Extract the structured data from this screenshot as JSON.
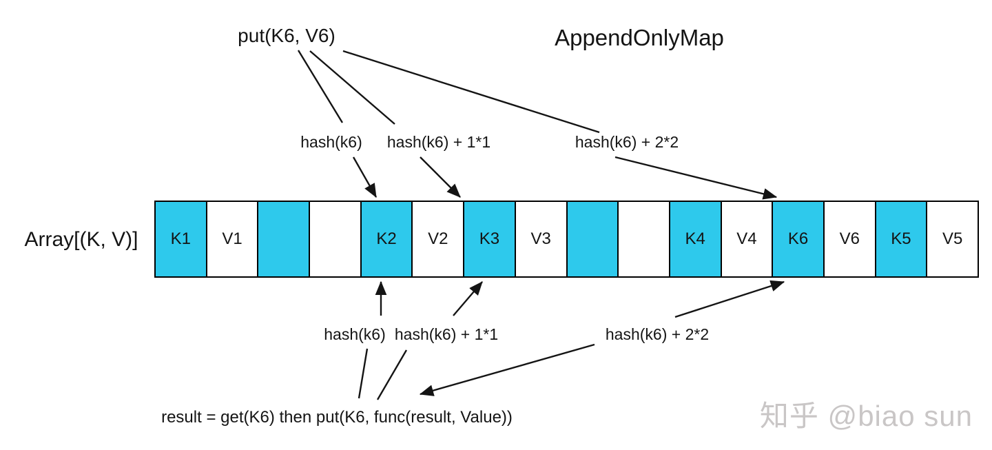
{
  "title": "AppendOnlyMap",
  "operation_label": "put(K6, V6)",
  "array_label": "Array[(K, V)]",
  "result_label": "result = get(K6) then put(K6, func(result, Value))",
  "watermark": "知乎 @biao sun",
  "probe_labels_top": [
    {
      "text": "hash(k6)"
    },
    {
      "text": "hash(k6) + 1*1"
    },
    {
      "text": "hash(k6) + 2*2"
    }
  ],
  "probe_labels_bottom": [
    {
      "text": "hash(k6)"
    },
    {
      "text": "hash(k6) + 1*1"
    },
    {
      "text": "hash(k6) + 2*2"
    }
  ],
  "array": {
    "cells": [
      {
        "label": "K1",
        "filled": "true"
      },
      {
        "label": "V1",
        "filled": "false"
      },
      {
        "label": "",
        "filled": "true"
      },
      {
        "label": "",
        "filled": "false"
      },
      {
        "label": "K2",
        "filled": "true"
      },
      {
        "label": "V2",
        "filled": "false"
      },
      {
        "label": "K3",
        "filled": "true"
      },
      {
        "label": "V3",
        "filled": "false"
      },
      {
        "label": "",
        "filled": "true"
      },
      {
        "label": "",
        "filled": "false"
      },
      {
        "label": "K4",
        "filled": "true"
      },
      {
        "label": "V4",
        "filled": "false"
      },
      {
        "label": "K6",
        "filled": "true"
      },
      {
        "label": "V6",
        "filled": "false"
      },
      {
        "label": "K5",
        "filled": "true"
      },
      {
        "label": "V5",
        "filled": "false"
      }
    ]
  },
  "colors": {
    "key_cell_fill": "#2EC9EC",
    "empty_cell_fill": "#FFFFFF",
    "line_color": "#141414",
    "watermark_color": "#C9C6C6"
  }
}
